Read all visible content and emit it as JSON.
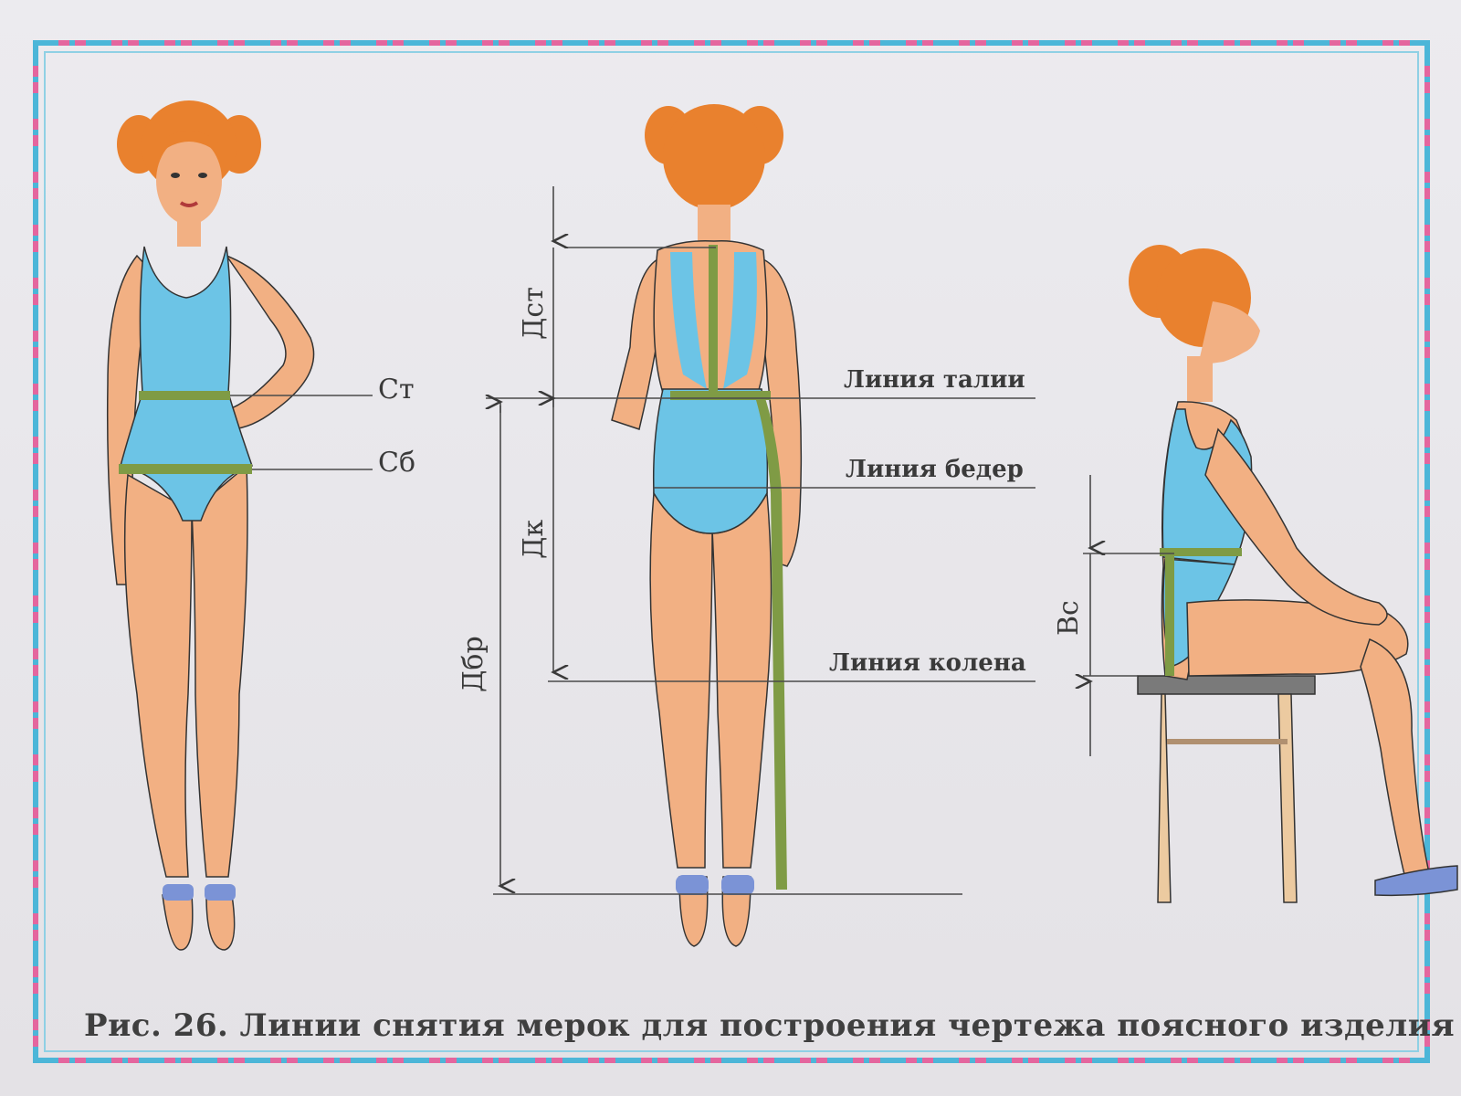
{
  "labels": {
    "st": "Ст",
    "sb": "Сб",
    "d_st": "Дст",
    "d_k": "Дк",
    "d_br": "Дбр",
    "v_s": "Вс",
    "waist_line": "Линия талии",
    "hip_line": "Линия бедер",
    "knee_line": "Линия колена"
  },
  "caption": "Рис. 26. Линии снятия мерок для построения чертежа поясного изделия",
  "colors": {
    "swimsuit": "#6cc4e6",
    "skin": "#f2b083",
    "hair": "#e9812e",
    "tape": "#7f9b45",
    "border_blue": "#4cb6d8",
    "border_pink": "#e4669e",
    "line": "#4a4a4a"
  }
}
